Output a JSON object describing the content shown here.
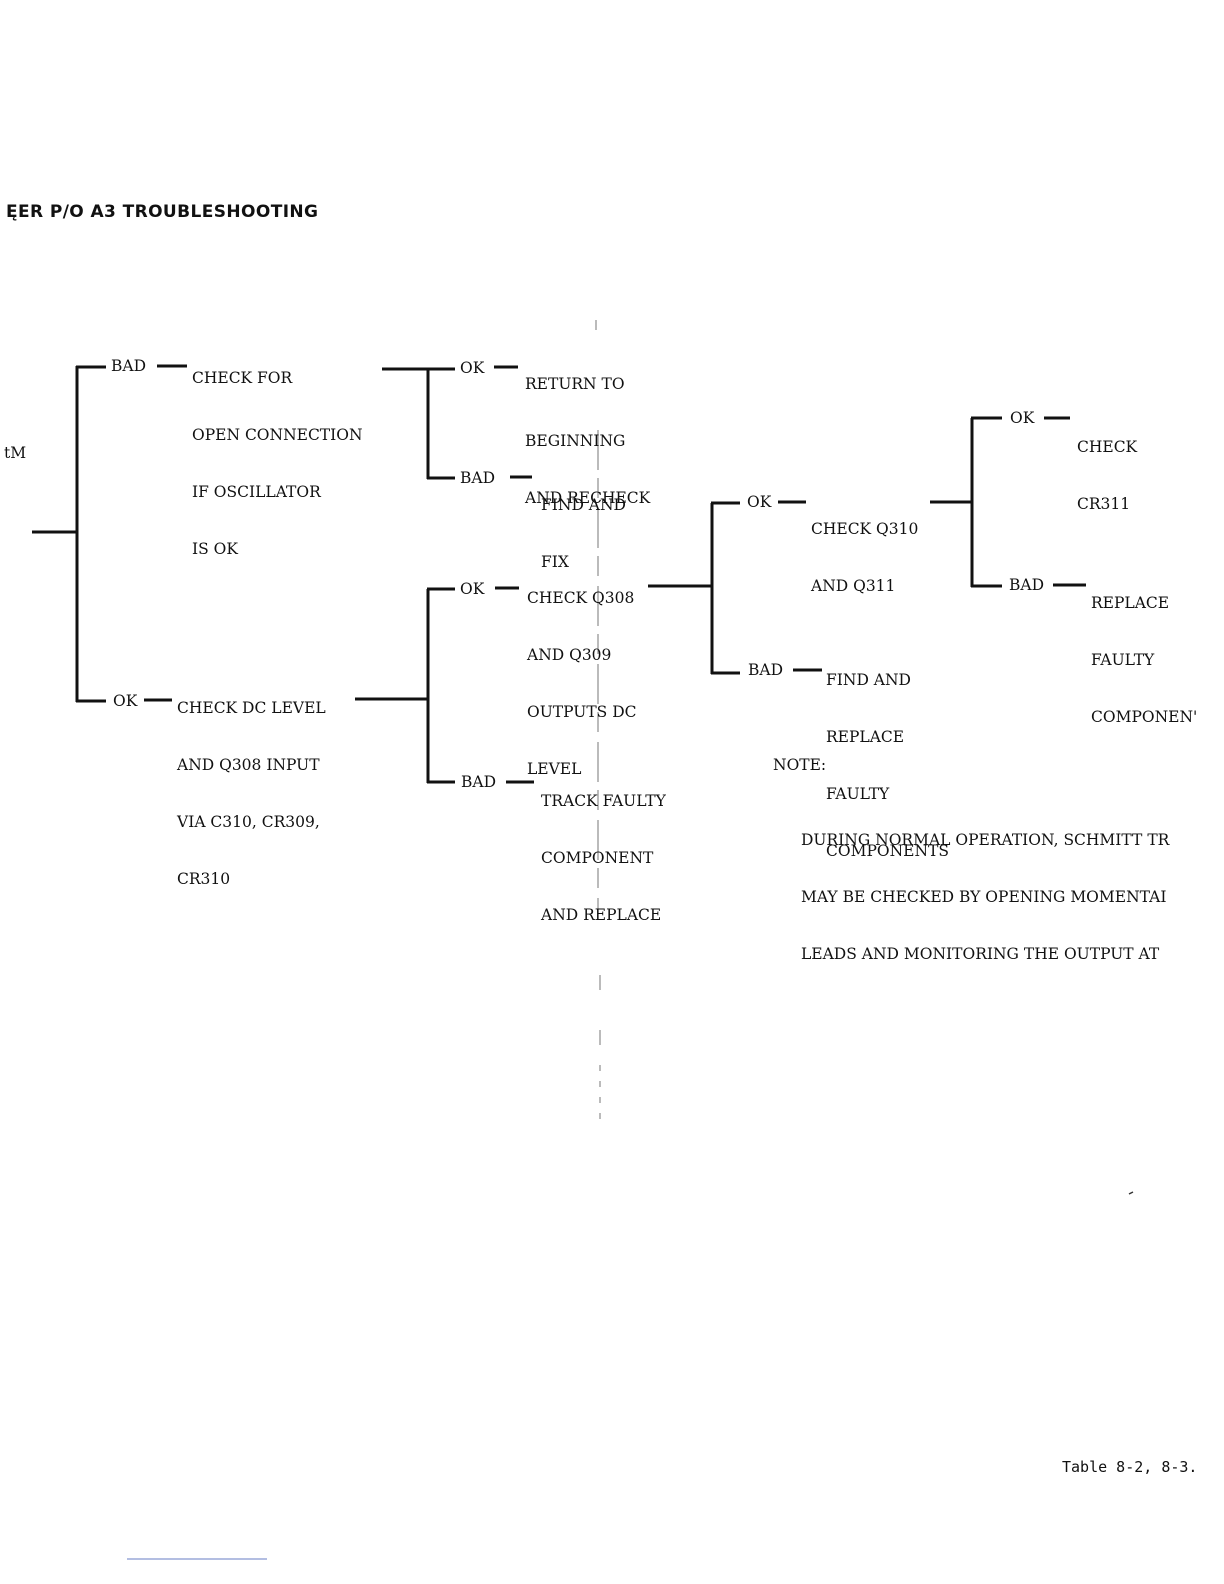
{
  "title": "ĘER P/O A3 TROUBLESHOOTING",
  "left_fragment": "tM",
  "nodes": {
    "check_open_connection": [
      "CHECK FOR",
      "OPEN CONNECTION",
      "IF OSCILLATOR",
      "IS OK"
    ],
    "return_to_beginning": [
      "RETURN TO",
      "BEGINNING",
      "AND RECHECK"
    ],
    "find_and_fix": [
      "FIND AND",
      "FIX"
    ],
    "check_dc_level_q308": [
      "CHECK DC LEVEL",
      "AND Q308 INPUT",
      "VIA C310, CR309,",
      "CR310"
    ],
    "check_q308_q309": [
      "CHECK Q308",
      "AND Q309",
      "OUTPUTS DC",
      "LEVEL"
    ],
    "track_faulty_component": [
      "TRACK FAULTY",
      "COMPONENT",
      "AND REPLACE"
    ],
    "check_q310_q311": [
      "CHECK Q310",
      "AND Q311"
    ],
    "find_replace_faulty": [
      "FIND AND",
      "REPLACE",
      "FAULTY",
      "COMPONENTS"
    ],
    "check_cr311": [
      "CHECK",
      "CR311"
    ],
    "replace_faulty_component": [
      "REPLACE",
      "FAULTY",
      "COMPONEN'"
    ]
  },
  "branch_labels": {
    "bad_1": "BAD",
    "ok_1": "OK",
    "ok_2": "OK",
    "bad_2": "BAD",
    "ok_3": "OK",
    "bad_3": "BAD",
    "ok_4": "OK",
    "bad_4": "BAD",
    "ok_5": "OK",
    "bad_5": "BAD"
  },
  "note": {
    "heading": "NOTE:",
    "lines": [
      "DURING NORMAL OPERATION, SCHMITT TR",
      "MAY BE CHECKED BY OPENING MOMENTAI",
      "LEADS AND MONITORING THE OUTPUT AT"
    ]
  },
  "footer": "Table 8-2, 8-3."
}
